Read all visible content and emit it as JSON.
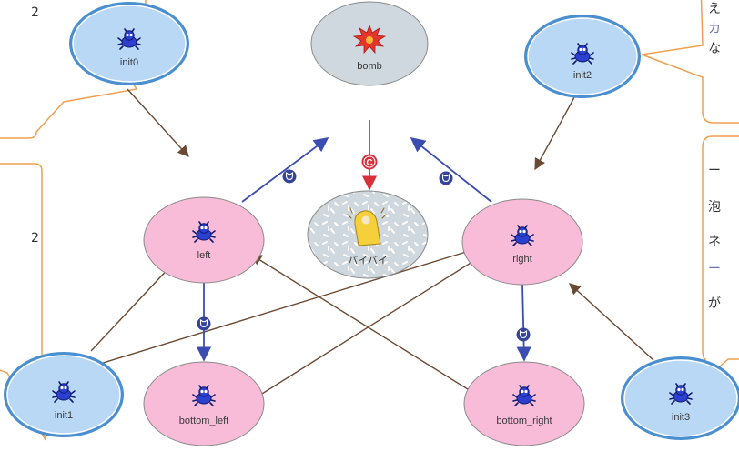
{
  "nodes": [
    {
      "id": "init0",
      "label": "init0",
      "kind": "init"
    },
    {
      "id": "init1",
      "label": "init1",
      "kind": "init"
    },
    {
      "id": "init2",
      "label": "init2",
      "kind": "init"
    },
    {
      "id": "init3",
      "label": "init3",
      "kind": "init"
    },
    {
      "id": "left",
      "label": "left",
      "kind": "state"
    },
    {
      "id": "right",
      "label": "right",
      "kind": "state"
    },
    {
      "id": "bottom_left",
      "label": "bottom_left",
      "kind": "state"
    },
    {
      "id": "bottom_right",
      "label": "bottom_right",
      "kind": "state"
    },
    {
      "id": "bomb",
      "label": "bomb",
      "kind": "terminal"
    },
    {
      "id": "byebye",
      "label": "バイバイ",
      "kind": "final"
    }
  ],
  "edges": [
    {
      "from": "init0",
      "to": "left",
      "style": "plain"
    },
    {
      "from": "init2",
      "to": "right",
      "style": "plain"
    },
    {
      "from": "init1",
      "to": "left",
      "style": "plain"
    },
    {
      "from": "init1",
      "to": "right",
      "style": "plain"
    },
    {
      "from": "init3",
      "to": "right",
      "style": "plain"
    },
    {
      "from": "bottom_left",
      "to": "right",
      "style": "plain"
    },
    {
      "from": "bottom_right",
      "to": "left",
      "style": "plain"
    },
    {
      "from": "left",
      "to": "bomb",
      "style": "event"
    },
    {
      "from": "right",
      "to": "bomb",
      "style": "event"
    },
    {
      "from": "left",
      "to": "bottom_left",
      "style": "event"
    },
    {
      "from": "right",
      "to": "bottom_right",
      "style": "event"
    },
    {
      "from": "bomb",
      "to": "byebye",
      "style": "completion"
    }
  ],
  "colors": {
    "init_fill": "#b9d8f6",
    "init_stroke": "#4a8fd0",
    "state_fill": "#f8bcd8",
    "state_stroke": "#8a8a8a",
    "terminal_fill": "#cfd8de",
    "plain_edge": "#6b4a33",
    "event_edge": "#3b4db0",
    "completion_edge": "#d8303a",
    "callout_stroke": "#f0a050"
  },
  "callouts": {
    "top_left_text": "2",
    "mid_left_text": "2",
    "top_right_text": [
      "え",
      "カ",
      "な"
    ],
    "mid_right_text": [
      "ー",
      "泡",
      "ネ",
      "ー",
      "が"
    ]
  },
  "icons": {
    "init_icon": "blue-bug-icon",
    "bomb_icon": "explosion-icon",
    "byebye_icon": "waving-paw-icon",
    "event_badge": "cat-face-badge-icon",
    "completion_badge": "c-badge-icon"
  }
}
